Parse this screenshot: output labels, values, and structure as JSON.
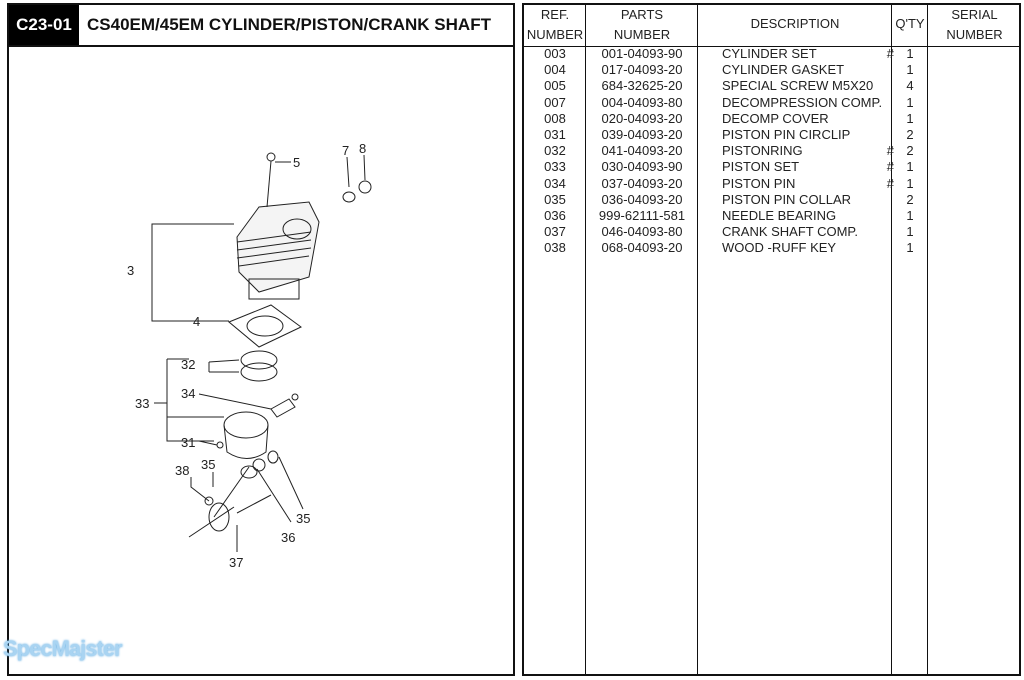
{
  "header": {
    "code": "C23-01",
    "title": "CS40EM/45EM CYLINDER/PISTON/CRANK SHAFT"
  },
  "diagram": {
    "callouts": [
      "5",
      "7",
      "8",
      "3",
      "4",
      "32",
      "33",
      "34",
      "31",
      "38",
      "35",
      "35",
      "36",
      "37"
    ]
  },
  "table": {
    "columns": {
      "ref": [
        "REF.",
        "NUMBER"
      ],
      "parts": [
        "PARTS",
        "NUMBER"
      ],
      "description": "DESCRIPTION",
      "qty": "Q'TY",
      "serial": [
        "SERIAL",
        "NUMBER"
      ]
    },
    "rows": [
      {
        "ref": "003",
        "part": "001-04093-90",
        "desc": "CYLINDER SET",
        "mark": "#",
        "qty": "1"
      },
      {
        "ref": "004",
        "part": "017-04093-20",
        "desc": "CYLINDER GASKET",
        "mark": "",
        "qty": "1"
      },
      {
        "ref": "005",
        "part": "684-32625-20",
        "desc": "SPECIAL SCREW M5X20",
        "mark": "",
        "qty": "4"
      },
      {
        "ref": "007",
        "part": "004-04093-80",
        "desc": "DECOMPRESSION COMP.",
        "mark": "",
        "qty": "1"
      },
      {
        "ref": "008",
        "part": "020-04093-20",
        "desc": "DECOMP COVER",
        "mark": "",
        "qty": "1"
      },
      {
        "ref": "031",
        "part": "039-04093-20",
        "desc": "PISTON PIN CIRCLIP",
        "mark": "",
        "qty": "2"
      },
      {
        "ref": "032",
        "part": "041-04093-20",
        "desc": "PISTONRING",
        "mark": "#",
        "qty": "2"
      },
      {
        "ref": "033",
        "part": "030-04093-90",
        "desc": "PISTON SET",
        "mark": "#",
        "qty": "1"
      },
      {
        "ref": "034",
        "part": "037-04093-20",
        "desc": "PISTON PIN",
        "mark": "#",
        "qty": "1"
      },
      {
        "ref": "035",
        "part": "036-04093-20",
        "desc": "PISTON PIN COLLAR",
        "mark": "",
        "qty": "2"
      },
      {
        "ref": "036",
        "part": "999-62111-581",
        "desc": "NEEDLE BEARING",
        "mark": "",
        "qty": "1"
      },
      {
        "ref": "037",
        "part": "046-04093-80",
        "desc": "CRANK SHAFT COMP.",
        "mark": "",
        "qty": "1"
      },
      {
        "ref": "038",
        "part": "068-04093-20",
        "desc": "WOOD -RUFF KEY",
        "mark": "",
        "qty": "1"
      }
    ]
  },
  "watermark": "SpecMajster"
}
